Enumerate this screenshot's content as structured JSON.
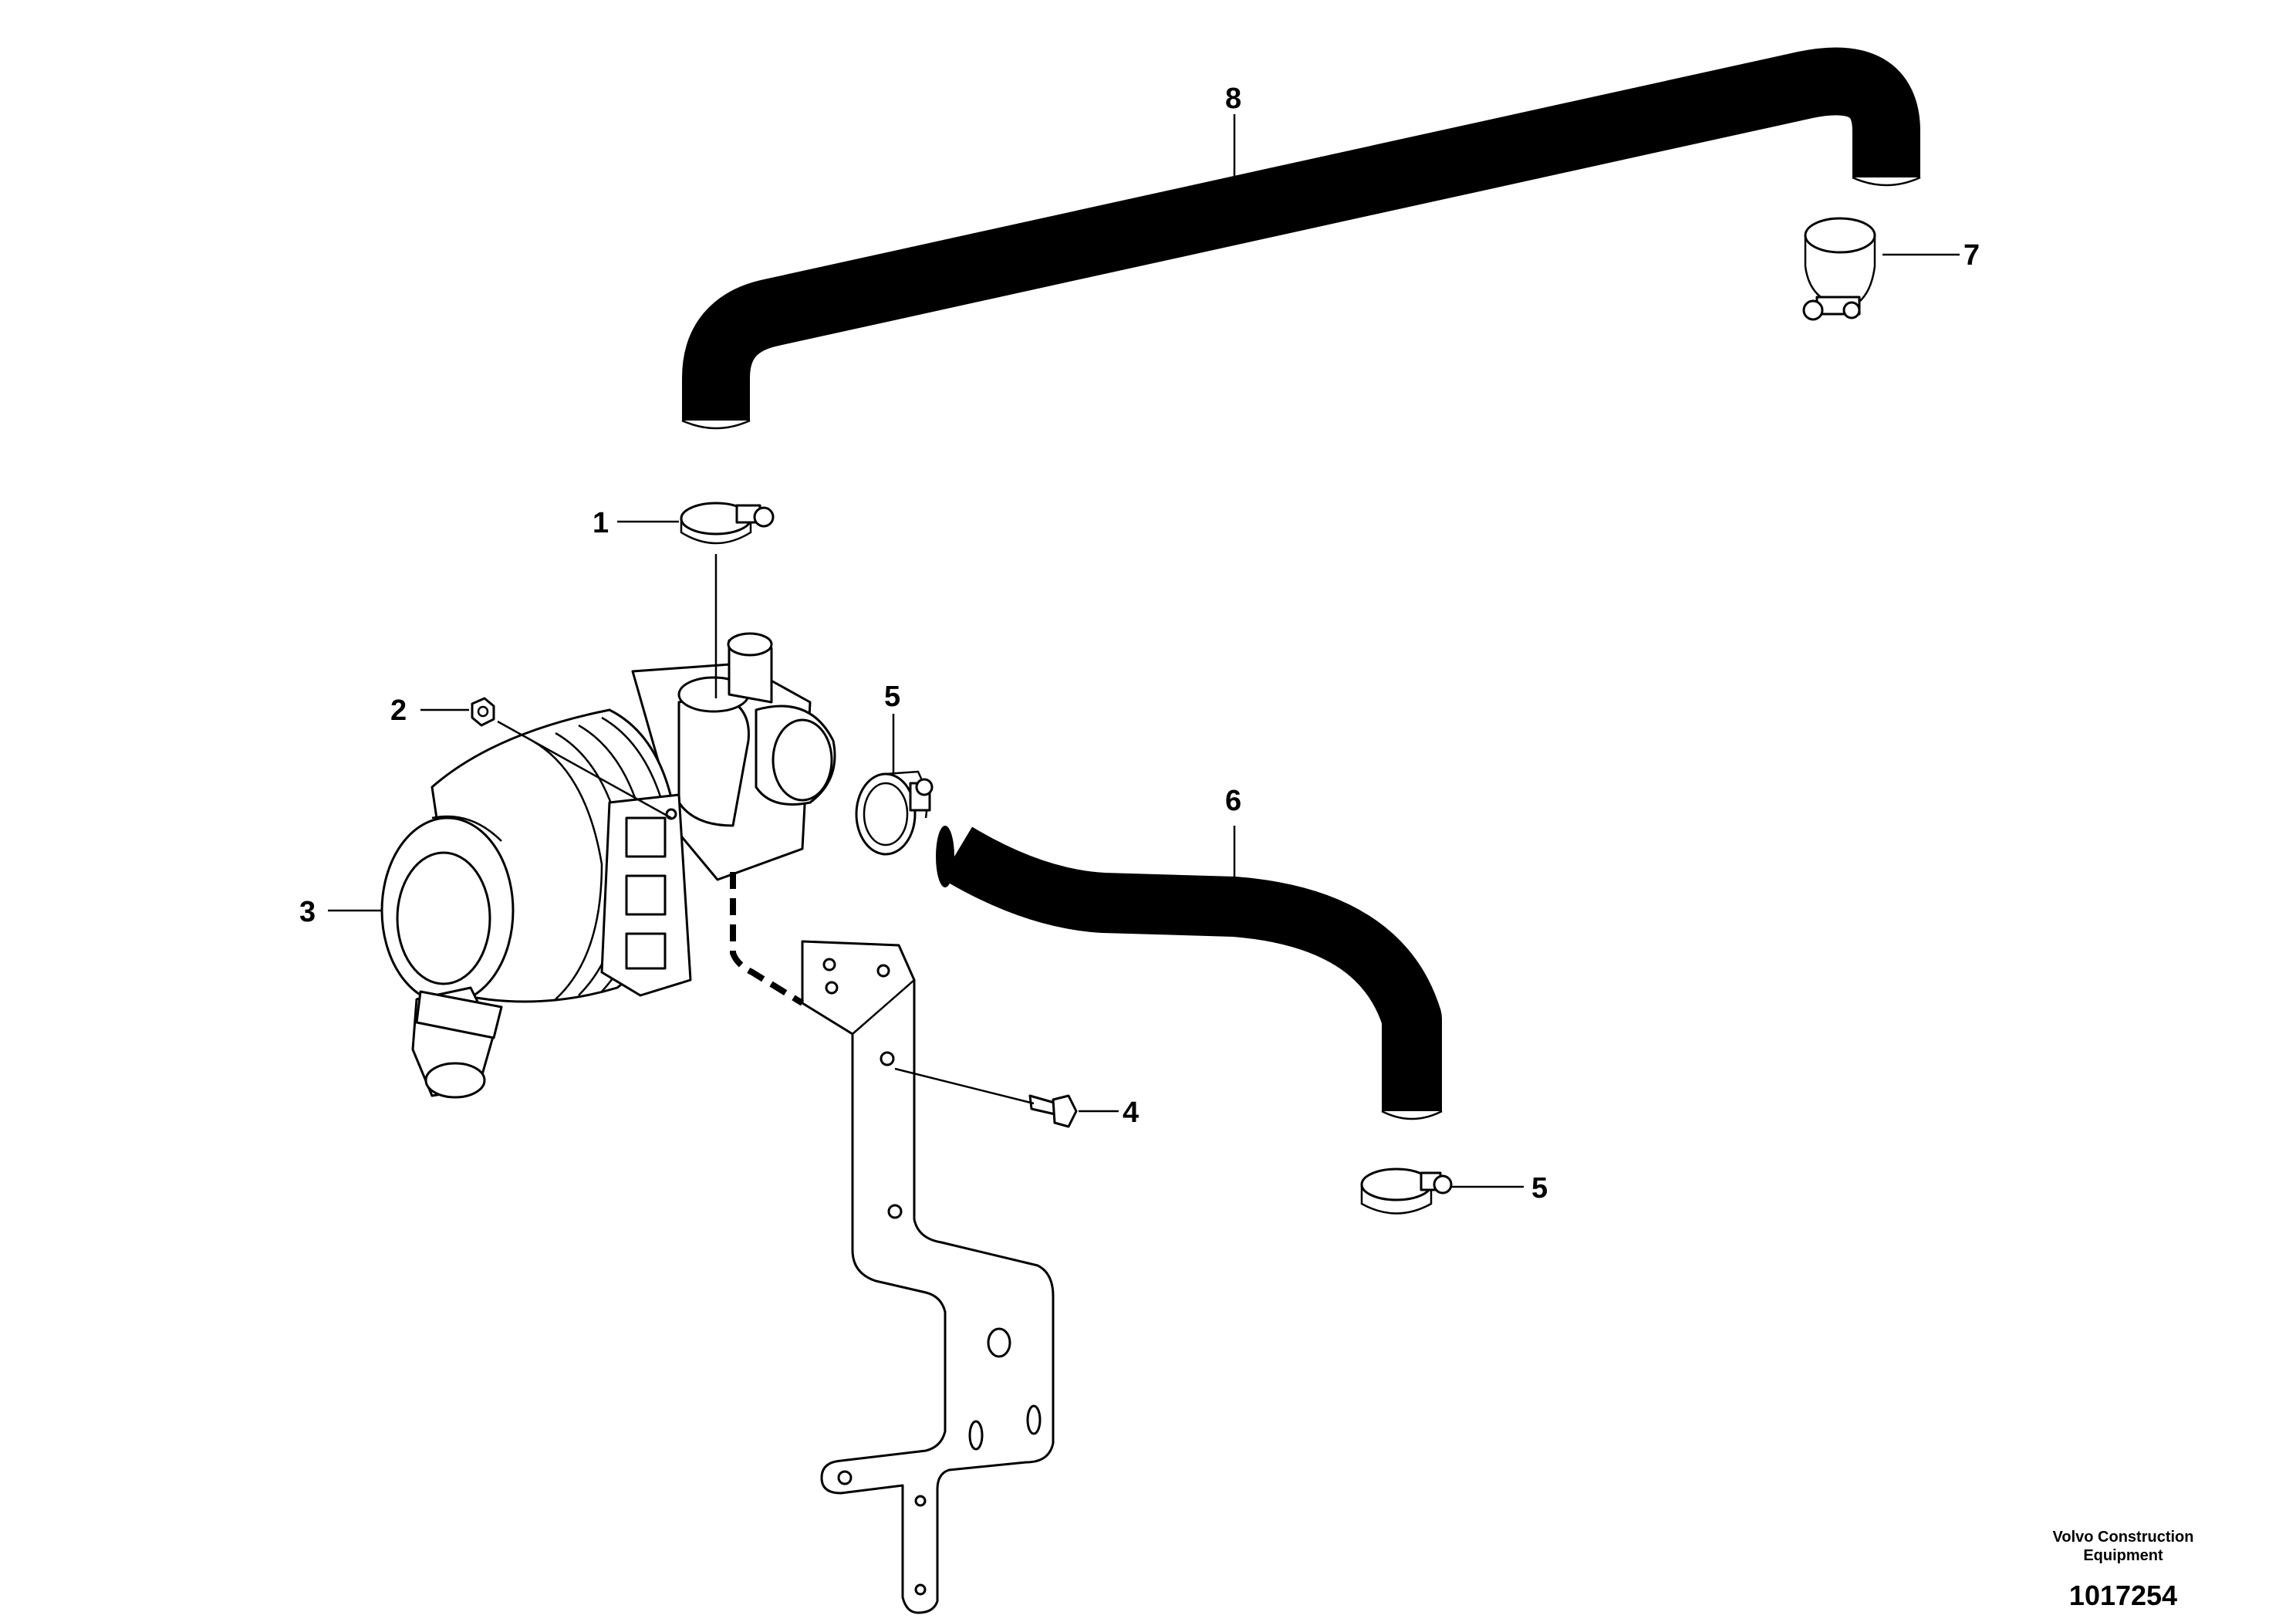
{
  "callouts": [
    {
      "id": "1",
      "label": "1"
    },
    {
      "id": "2",
      "label": "2"
    },
    {
      "id": "3",
      "label": "3"
    },
    {
      "id": "4",
      "label": "4"
    },
    {
      "id": "5a",
      "label": "5"
    },
    {
      "id": "5b",
      "label": "5"
    },
    {
      "id": "6",
      "label": "6"
    },
    {
      "id": "7",
      "label": "7"
    },
    {
      "id": "8",
      "label": "8"
    }
  ],
  "footer": {
    "brand_line1": "Volvo Construction",
    "brand_line2": "Equipment",
    "figure_number": "1017254"
  }
}
